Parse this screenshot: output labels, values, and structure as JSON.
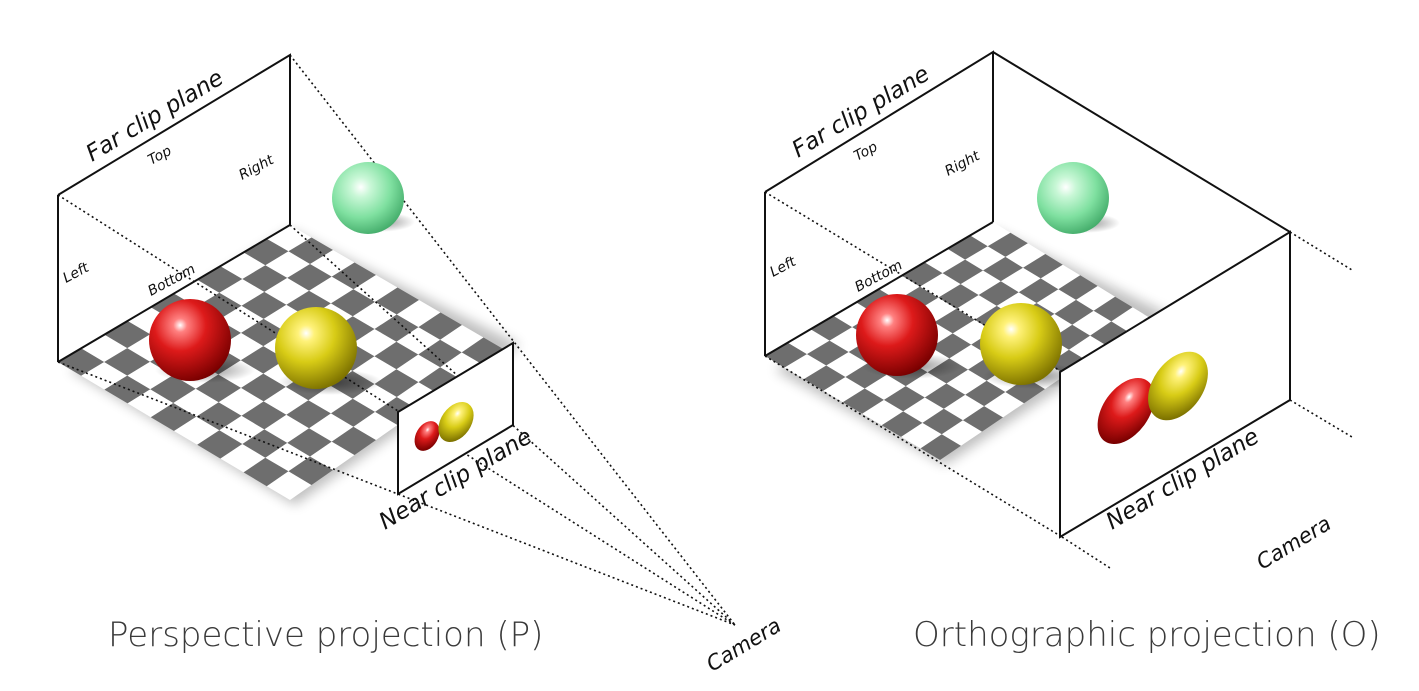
{
  "perspective": {
    "caption": "Perspective projection (P)",
    "far_plane_label": "Far clip plane",
    "near_plane_label": "Near clip plane",
    "top_label": "Top",
    "right_label": "Right",
    "left_label": "Left",
    "bottom_label": "Bottom",
    "camera_label": "Camera"
  },
  "orthographic": {
    "caption": "Orthographic projection (O)",
    "far_plane_label": "Far clip plane",
    "near_plane_label": "Near clip plane",
    "top_label": "Top",
    "right_label": "Right",
    "left_label": "Left",
    "bottom_label": "Bottom",
    "camera_label": "Camera"
  },
  "colors": {
    "sphere_red": "#cc1111",
    "sphere_yellow": "#d4cc1a",
    "sphere_green": "#7fe0a0",
    "checker_dark": "#6e6e6e",
    "checker_light": "#ffffff"
  }
}
